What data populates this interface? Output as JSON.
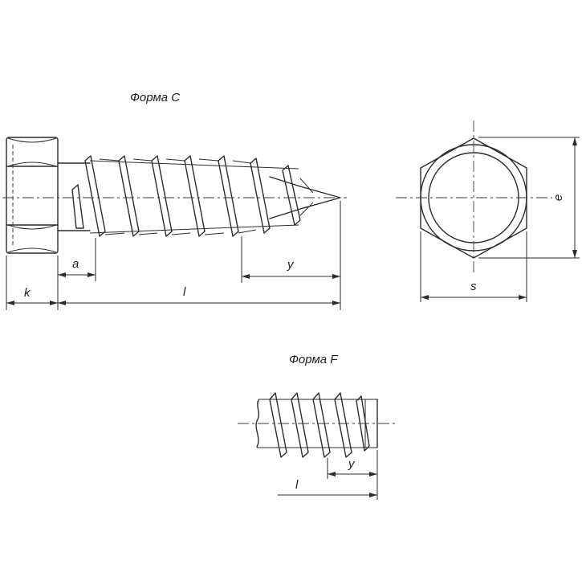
{
  "titles": {
    "form_c": "Форма С",
    "form_f": "Форма F"
  },
  "dimensions": {
    "k": "k",
    "a": "a",
    "l": "l",
    "y": "y",
    "s": "s",
    "e": "e",
    "f_y": "y",
    "f_l": "l"
  }
}
